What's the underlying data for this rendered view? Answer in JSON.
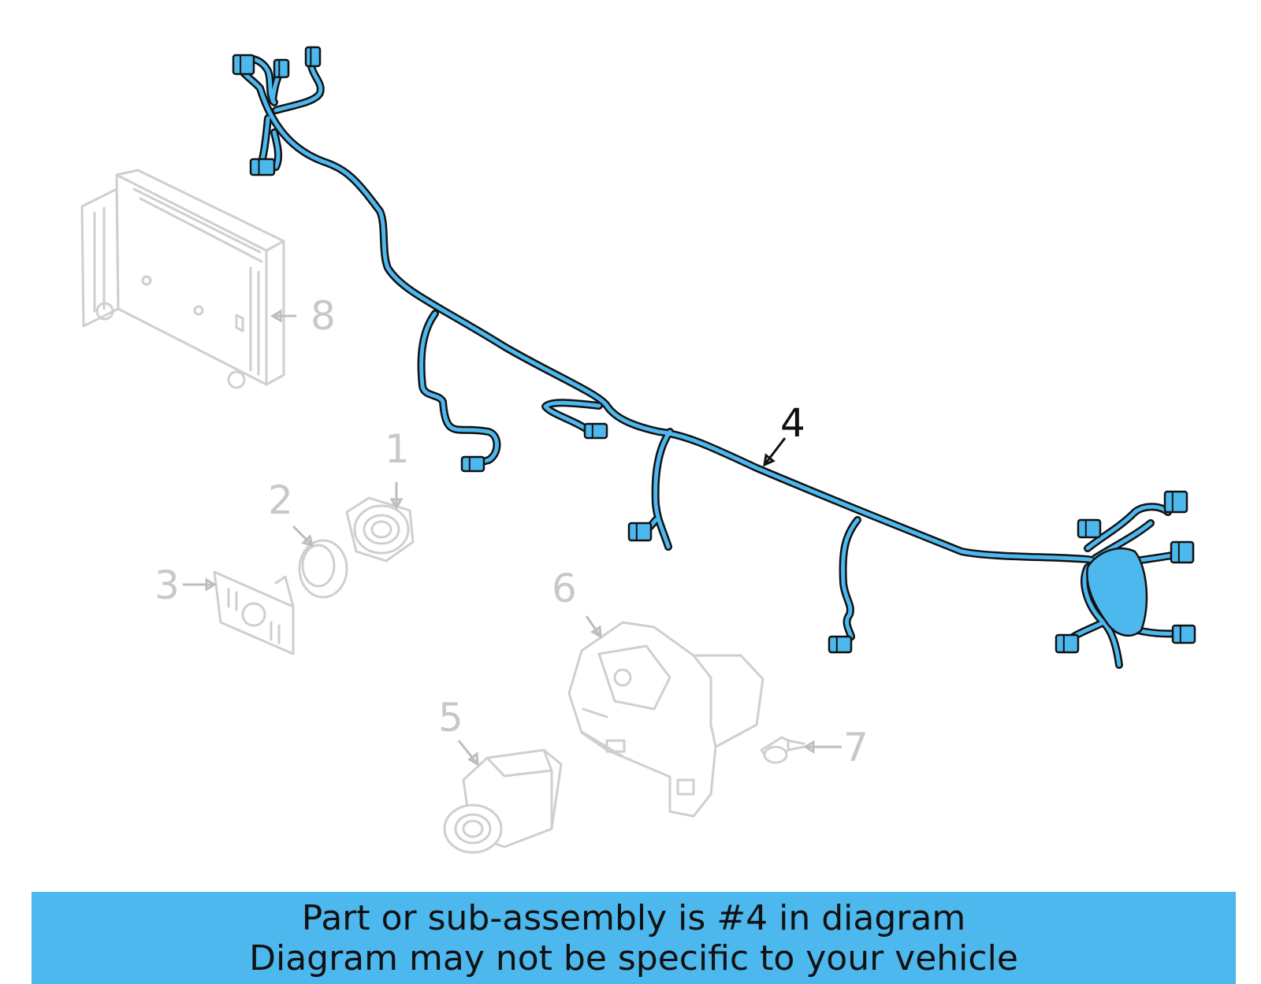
{
  "colors": {
    "highlight": "#4cb8ee",
    "muted_part": "#cfcfcf",
    "outline": "#111111",
    "banner_text": "#111111"
  },
  "diagram": {
    "highlighted_part": "4",
    "callouts": [
      {
        "id": "1",
        "label": "1",
        "highlighted": false
      },
      {
        "id": "2",
        "label": "2",
        "highlighted": false
      },
      {
        "id": "3",
        "label": "3",
        "highlighted": false
      },
      {
        "id": "4",
        "label": "4",
        "highlighted": true
      },
      {
        "id": "5",
        "label": "5",
        "highlighted": false
      },
      {
        "id": "6",
        "label": "6",
        "highlighted": false
      },
      {
        "id": "7",
        "label": "7",
        "highlighted": false
      },
      {
        "id": "8",
        "label": "8",
        "highlighted": false
      }
    ]
  },
  "banner": {
    "line1": "Part or sub-assembly is #4 in diagram",
    "line2": "Diagram may not be specific to your vehicle"
  }
}
